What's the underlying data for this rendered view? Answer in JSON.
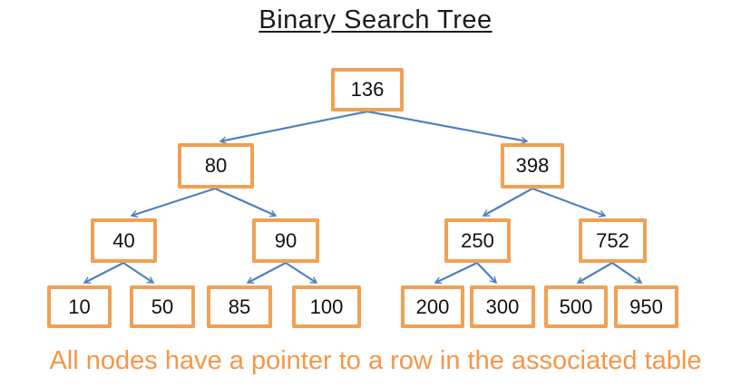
{
  "title": "Binary Search Tree",
  "caption": "All nodes have a pointer to a row in the associated table",
  "colors": {
    "node_border": "#F0A153",
    "node_fill": "#FFFFFF",
    "node_text": "#111111",
    "arrow": "#4F81BD",
    "title_text": "#1B1B1B",
    "caption_text": "#F79646"
  },
  "tree": {
    "root": "136",
    "nodes": [
      {
        "value": "136"
      },
      {
        "value": "80"
      },
      {
        "value": "398"
      },
      {
        "value": "40"
      },
      {
        "value": "90"
      },
      {
        "value": "250"
      },
      {
        "value": "752"
      },
      {
        "value": "10"
      },
      {
        "value": "50"
      },
      {
        "value": "85"
      },
      {
        "value": "100"
      },
      {
        "value": "200"
      },
      {
        "value": "300"
      },
      {
        "value": "500"
      },
      {
        "value": "950"
      }
    ],
    "edges": [
      {
        "from": "136",
        "to": "80"
      },
      {
        "from": "136",
        "to": "398"
      },
      {
        "from": "80",
        "to": "40"
      },
      {
        "from": "80",
        "to": "90"
      },
      {
        "from": "398",
        "to": "250"
      },
      {
        "from": "398",
        "to": "752"
      },
      {
        "from": "40",
        "to": "10"
      },
      {
        "from": "40",
        "to": "50"
      },
      {
        "from": "90",
        "to": "85"
      },
      {
        "from": "90",
        "to": "100"
      },
      {
        "from": "250",
        "to": "200"
      },
      {
        "from": "250",
        "to": "300"
      },
      {
        "from": "752",
        "to": "500"
      },
      {
        "from": "752",
        "to": "950"
      }
    ]
  }
}
